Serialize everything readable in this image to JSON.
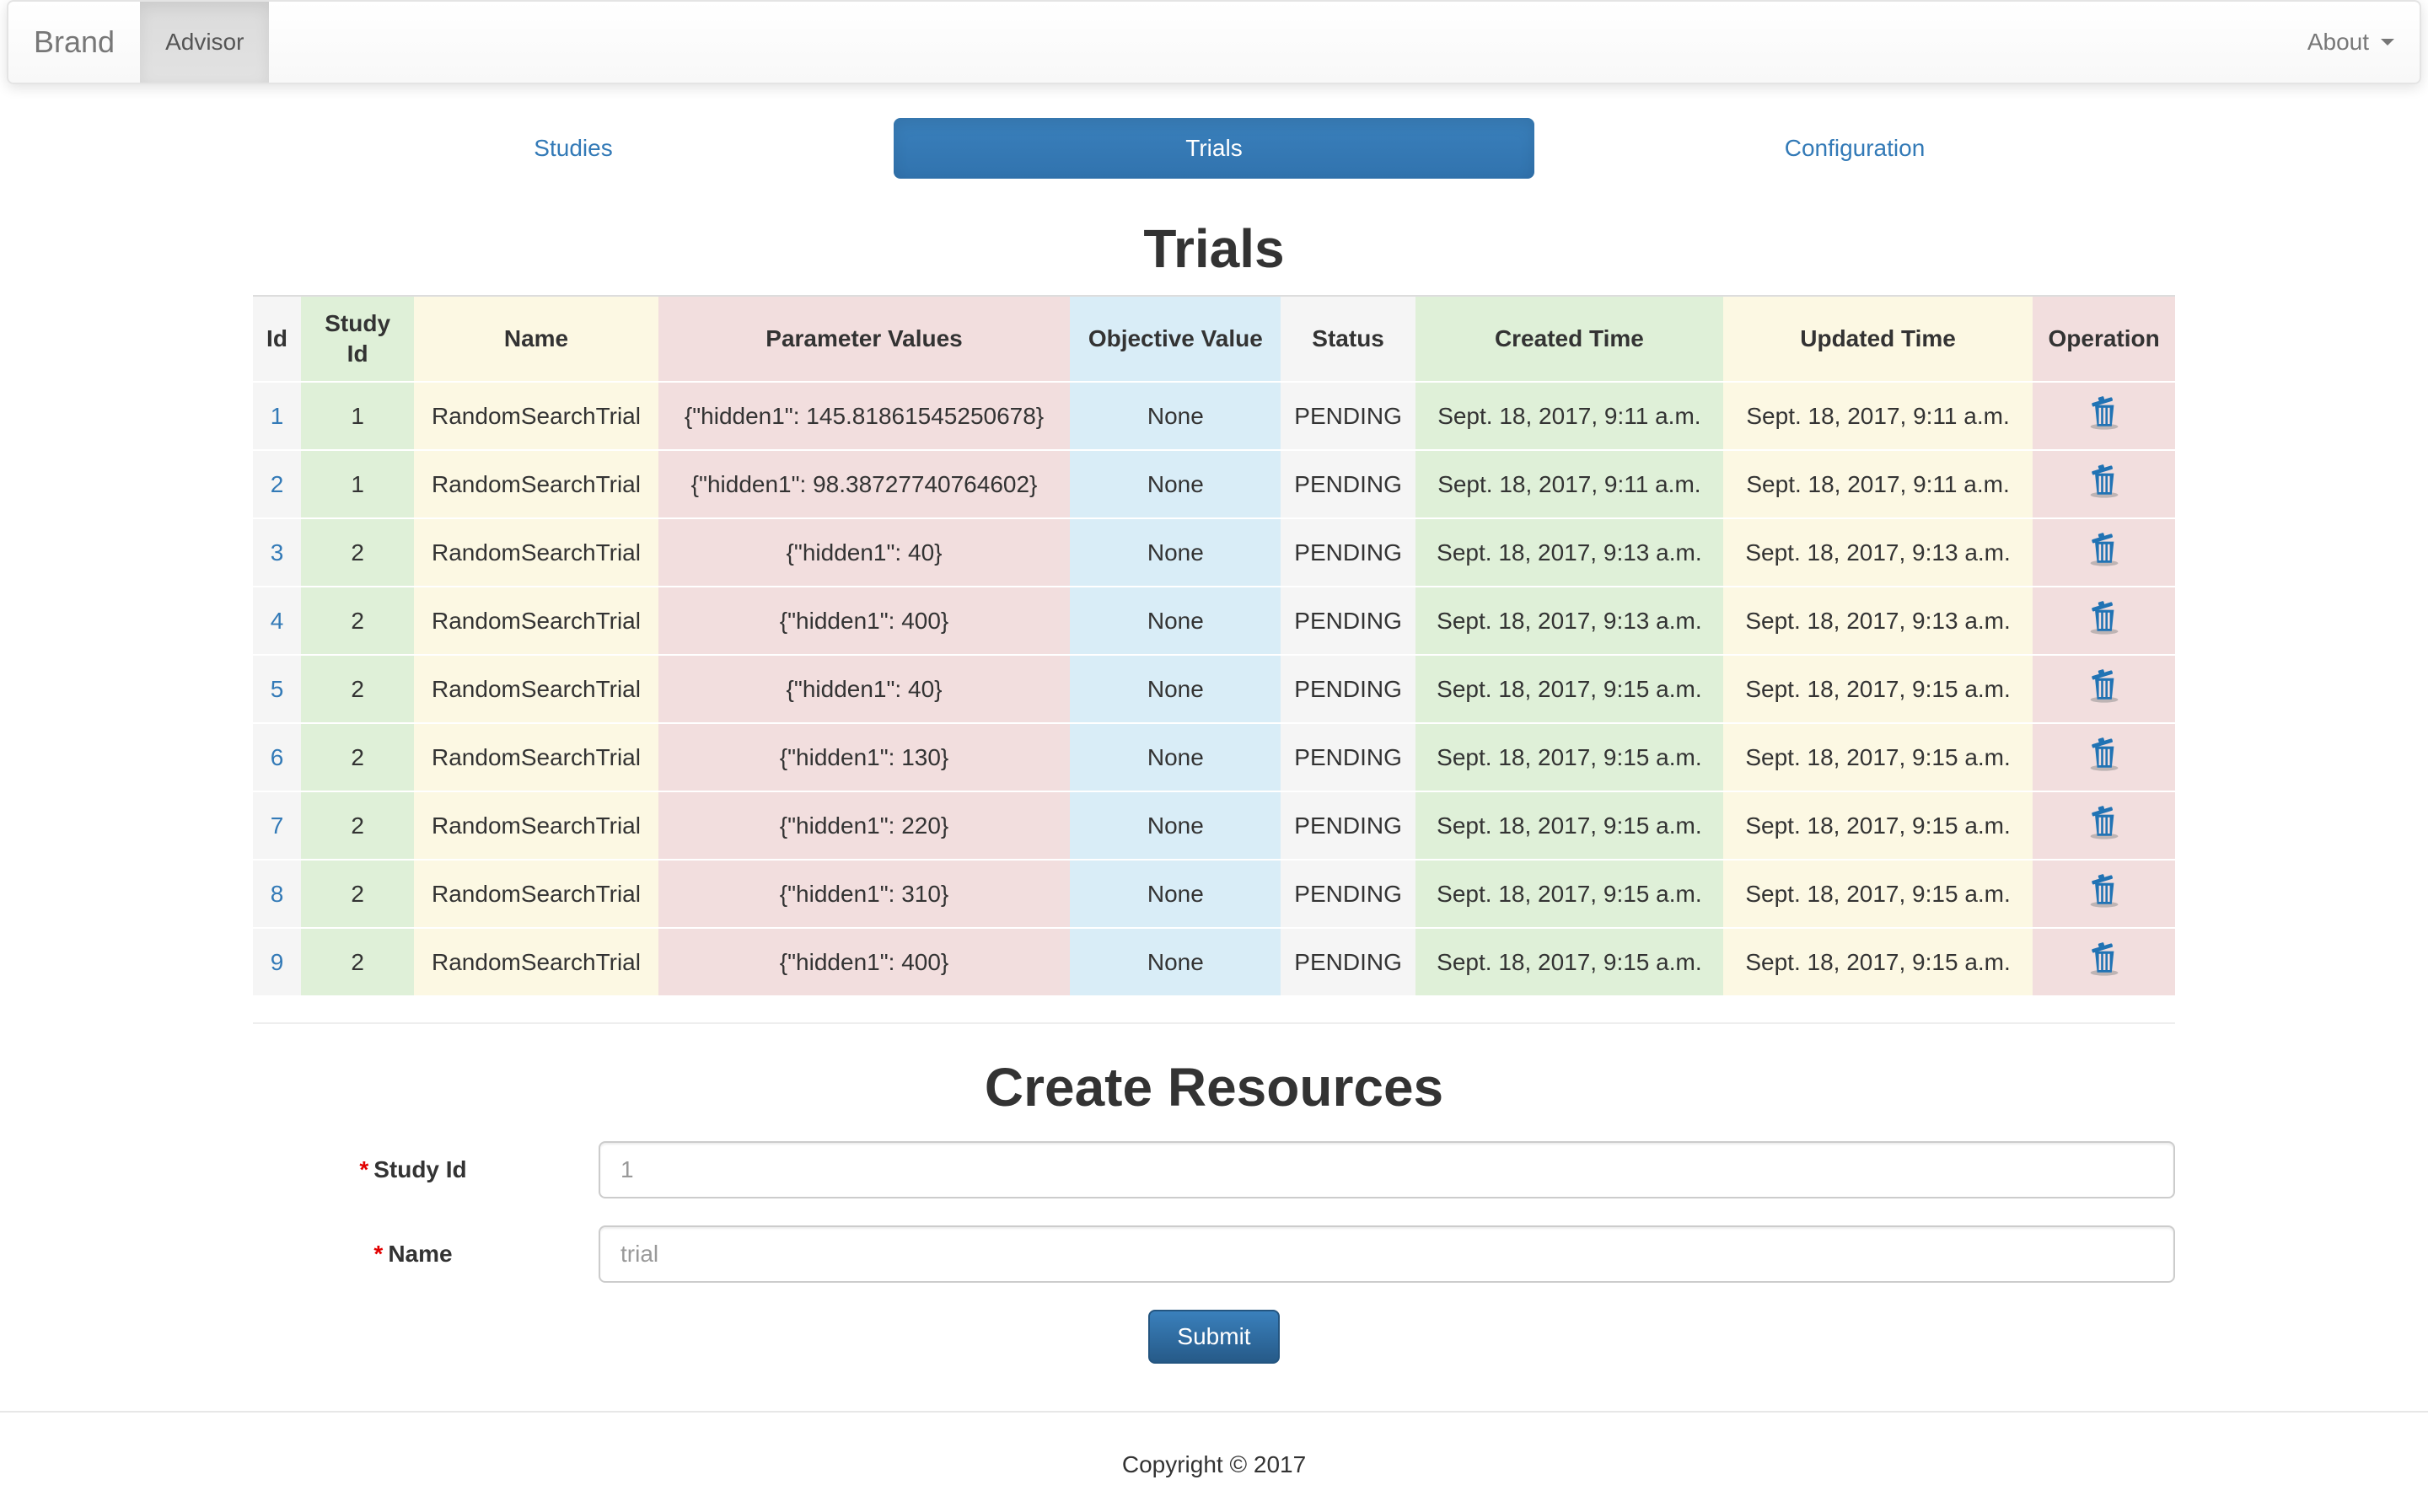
{
  "navbar": {
    "brand": "Brand",
    "items": [
      {
        "label": "Advisor",
        "active": true
      }
    ],
    "right_menu": {
      "label": "About"
    }
  },
  "tabs": [
    {
      "label": "Studies",
      "active": false
    },
    {
      "label": "Trials",
      "active": true
    },
    {
      "label": "Configuration",
      "active": false
    }
  ],
  "trials_section": {
    "title": "Trials"
  },
  "table": {
    "headers": [
      "Id",
      "Study Id",
      "Name",
      "Parameter Values",
      "Objective Value",
      "Status",
      "Created Time",
      "Updated Time",
      "Operation"
    ],
    "column_styles": [
      "active",
      "success",
      "warning",
      "danger",
      "info",
      "active",
      "success",
      "warning",
      "danger"
    ],
    "operation_icon": "trash-icon",
    "rows": [
      {
        "id": "1",
        "study_id": "1",
        "name": "RandomSearchTrial",
        "parameter_values": "{\"hidden1\": 145.81861545250678}",
        "objective_value": "None",
        "status": "PENDING",
        "created_time": "Sept. 18, 2017, 9:11 a.m.",
        "updated_time": "Sept. 18, 2017, 9:11 a.m."
      },
      {
        "id": "2",
        "study_id": "1",
        "name": "RandomSearchTrial",
        "parameter_values": "{\"hidden1\": 98.38727740764602}",
        "objective_value": "None",
        "status": "PENDING",
        "created_time": "Sept. 18, 2017, 9:11 a.m.",
        "updated_time": "Sept. 18, 2017, 9:11 a.m."
      },
      {
        "id": "3",
        "study_id": "2",
        "name": "RandomSearchTrial",
        "parameter_values": "{\"hidden1\": 40}",
        "objective_value": "None",
        "status": "PENDING",
        "created_time": "Sept. 18, 2017, 9:13 a.m.",
        "updated_time": "Sept. 18, 2017, 9:13 a.m."
      },
      {
        "id": "4",
        "study_id": "2",
        "name": "RandomSearchTrial",
        "parameter_values": "{\"hidden1\": 400}",
        "objective_value": "None",
        "status": "PENDING",
        "created_time": "Sept. 18, 2017, 9:13 a.m.",
        "updated_time": "Sept. 18, 2017, 9:13 a.m."
      },
      {
        "id": "5",
        "study_id": "2",
        "name": "RandomSearchTrial",
        "parameter_values": "{\"hidden1\": 40}",
        "objective_value": "None",
        "status": "PENDING",
        "created_time": "Sept. 18, 2017, 9:15 a.m.",
        "updated_time": "Sept. 18, 2017, 9:15 a.m."
      },
      {
        "id": "6",
        "study_id": "2",
        "name": "RandomSearchTrial",
        "parameter_values": "{\"hidden1\": 130}",
        "objective_value": "None",
        "status": "PENDING",
        "created_time": "Sept. 18, 2017, 9:15 a.m.",
        "updated_time": "Sept. 18, 2017, 9:15 a.m."
      },
      {
        "id": "7",
        "study_id": "2",
        "name": "RandomSearchTrial",
        "parameter_values": "{\"hidden1\": 220}",
        "objective_value": "None",
        "status": "PENDING",
        "created_time": "Sept. 18, 2017, 9:15 a.m.",
        "updated_time": "Sept. 18, 2017, 9:15 a.m."
      },
      {
        "id": "8",
        "study_id": "2",
        "name": "RandomSearchTrial",
        "parameter_values": "{\"hidden1\": 310}",
        "objective_value": "None",
        "status": "PENDING",
        "created_time": "Sept. 18, 2017, 9:15 a.m.",
        "updated_time": "Sept. 18, 2017, 9:15 a.m."
      },
      {
        "id": "9",
        "study_id": "2",
        "name": "RandomSearchTrial",
        "parameter_values": "{\"hidden1\": 400}",
        "objective_value": "None",
        "status": "PENDING",
        "created_time": "Sept. 18, 2017, 9:15 a.m.",
        "updated_time": "Sept. 18, 2017, 9:15 a.m."
      }
    ]
  },
  "create_form": {
    "title": "Create Resources",
    "fields": [
      {
        "label": "Study Id",
        "required": true,
        "value": "",
        "placeholder": "1"
      },
      {
        "label": "Name",
        "required": true,
        "value": "",
        "placeholder": "trial"
      }
    ],
    "submit_label": "Submit"
  },
  "footer": {
    "copyright": "Copyright © 2017"
  },
  "colors": {
    "accent_blue": "#337ab7",
    "column_active": "#f5f5f5",
    "column_success": "#dff0d8",
    "column_warning": "#fcf8e3",
    "column_danger": "#f2dede",
    "column_info": "#d9edf7"
  }
}
